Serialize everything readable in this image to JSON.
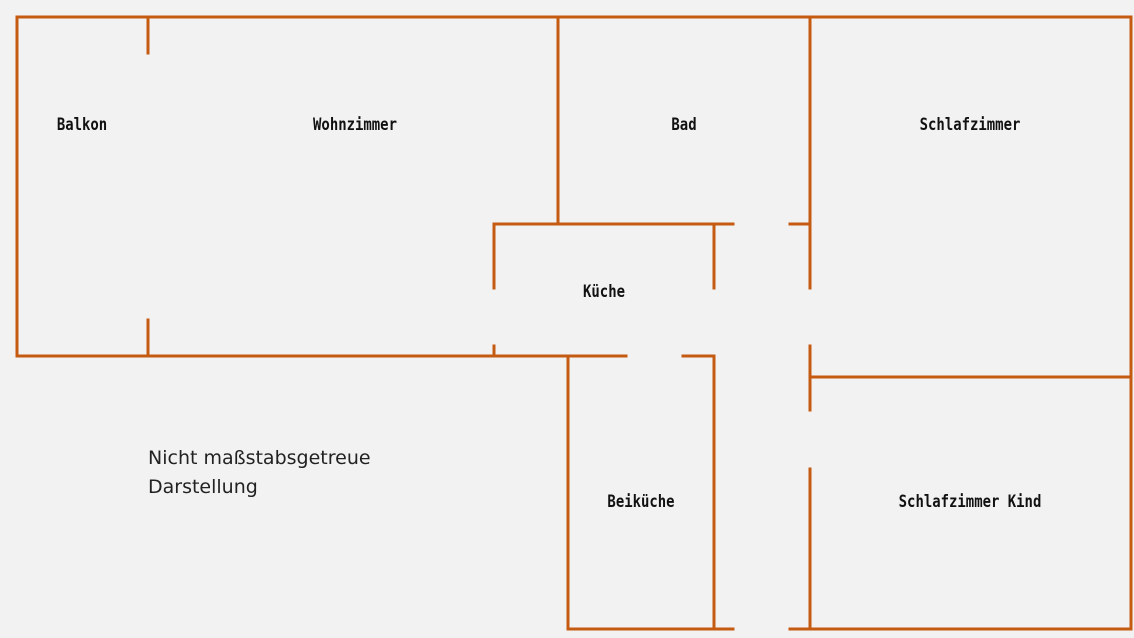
{
  "colors": {
    "wall": "#c55a11",
    "background": "#f2f2f2",
    "text": "#111111"
  },
  "rooms": {
    "balkon": "Balkon",
    "wohnzimmer": "Wohnzimmer",
    "bad": "Bad",
    "schlafzimmer": "Schlafzimmer",
    "kueche": "Küche",
    "beikueche": "Beiküche",
    "schlafzimmer_kind": "Schlafzimmer Kind"
  },
  "note": {
    "line1": "Nicht maßstabsgetreue",
    "line2": "Darstellung"
  }
}
